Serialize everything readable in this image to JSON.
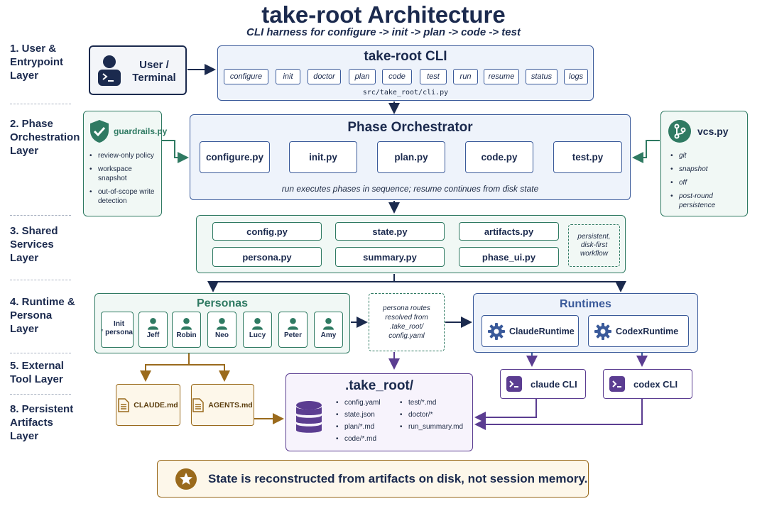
{
  "header": {
    "title": "take-root Architecture",
    "subtitle": "CLI harness for configure -> init -> plan -> code -> test"
  },
  "layers": [
    "1. User & Entrypoint Layer",
    "2. Phase Orchestration Layer",
    "3. Shared Services Layer",
    "4. Runtime & Persona Layer",
    "5. External Tool Layer",
    "8. Persistent Artifacts Layer"
  ],
  "user": {
    "label": "User / Terminal"
  },
  "cli": {
    "title": "take-root CLI",
    "commands": [
      "configure",
      "init",
      "doctor",
      "plan",
      "code",
      "test",
      "run",
      "resume",
      "status",
      "logs"
    ],
    "path": "src/take_root/cli.py"
  },
  "guardrails": {
    "title": "guardrails.py",
    "items": [
      "review-only policy",
      "workspace snapshot",
      "out-of-scope write detection"
    ]
  },
  "orchestrator": {
    "title": "Phase Orchestrator",
    "phases": [
      "configure.py",
      "init.py",
      "plan.py",
      "code.py",
      "test.py"
    ],
    "note": "run executes phases in sequence; resume continues from disk state"
  },
  "vcs": {
    "title": "vcs.py",
    "items": [
      "git",
      "snapshot",
      "off",
      "post-round persistence"
    ]
  },
  "services": {
    "modules": [
      "config.py",
      "state.py",
      "artifacts.py",
      "persona.py",
      "summary.py",
      "phase_ui.py"
    ],
    "note": "persistent, disk-first workflow"
  },
  "personas": {
    "title": "Personas",
    "items": [
      "Init persona",
      "Jeff",
      "Robin",
      "Neo",
      "Lucy",
      "Peter",
      "Amy"
    ]
  },
  "routes_note": "persona routes resolved from .take_root/ config.yaml",
  "runtimes": {
    "title": "Runtimes",
    "items": [
      "ClaudeRuntime",
      "CodexRuntime"
    ]
  },
  "tools": [
    "claude CLI",
    "codex CLI"
  ],
  "instruction_files": [
    "CLAUDE.md",
    "AGENTS.md"
  ],
  "store": {
    "title": ".take_root/",
    "left_items": [
      "config.yaml",
      "state.json",
      "plan/*.md",
      "code/*.md"
    ],
    "right_items": [
      "test/*.md",
      "doctor/*",
      "run_summary.md"
    ]
  },
  "footer": {
    "text": "State is reconstructed from artifacts on disk, not session memory."
  },
  "colors": {
    "navy": "#1b2a4e",
    "blue": "#3a5a9a",
    "green": "#2f7a62",
    "purple": "#5b3d91",
    "gold": "#9a6a1c"
  }
}
